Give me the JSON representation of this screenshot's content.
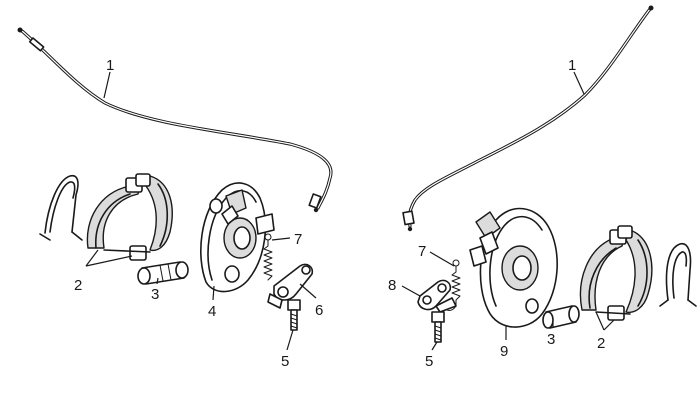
{
  "callouts": {
    "left": {
      "cable": "1",
      "shoes": "2",
      "pin": "3",
      "backplate": "4",
      "bolt": "5",
      "lever": "6",
      "spring": "7"
    },
    "right": {
      "cable": "1",
      "shoes": "2",
      "pin": "3",
      "bolt": "5",
      "spring": "7",
      "lever": "8",
      "backplate": "9"
    }
  }
}
